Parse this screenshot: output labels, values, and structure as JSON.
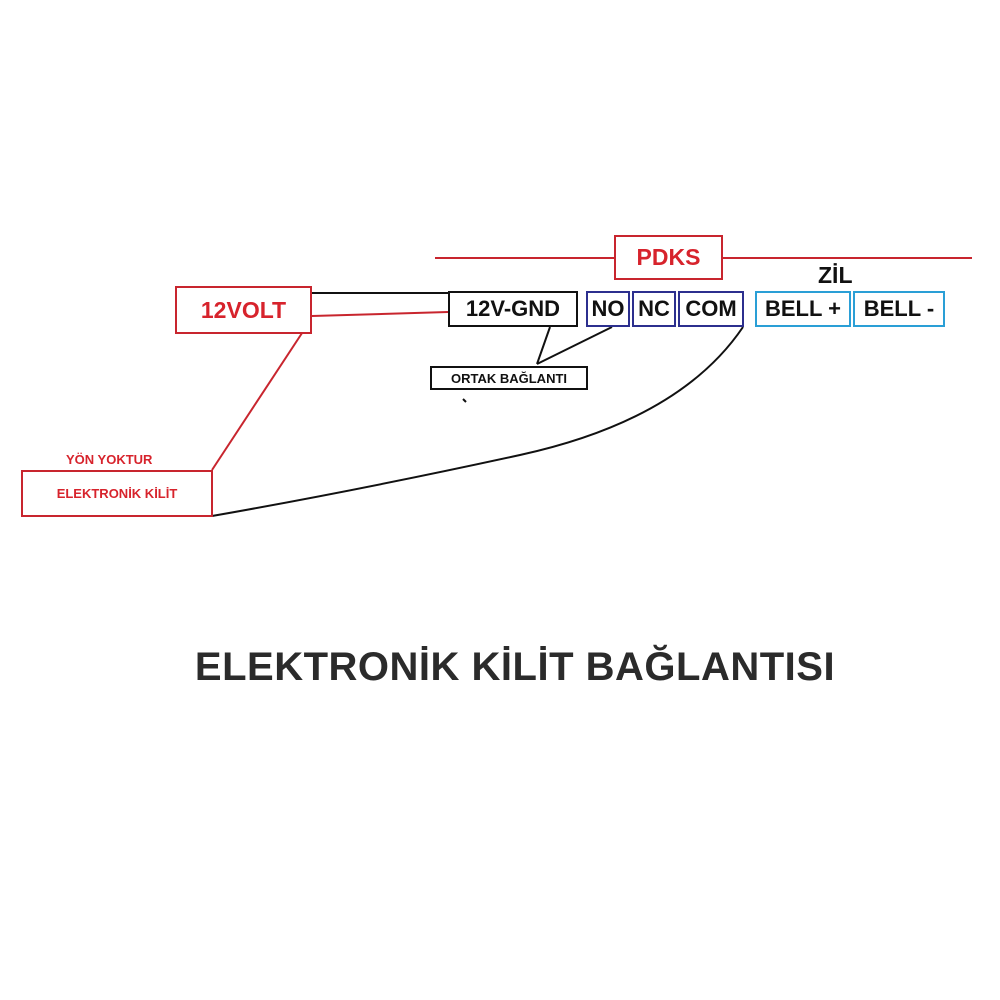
{
  "diagram": {
    "title": "ELEKTRONİK KİLİT BAĞLANTISI",
    "pdks_label": "PDKS",
    "zil_label": "ZİL",
    "power_label": "12VOLT",
    "lock_note": "YÖN YOKTUR",
    "lock_label": "ELEKTRONİK KİLİT",
    "common_label": "ORTAK BAĞLANTI",
    "terminals": {
      "gnd": "12V-GND",
      "no": "NO",
      "nc": "NC",
      "com": "COM",
      "bell_plus": "BELL +",
      "bell_minus": "BELL -"
    },
    "colors": {
      "red": "#c8252e",
      "red_text": "#d7232c",
      "navy": "#2c2f8e",
      "cyan": "#2a9fd6",
      "black": "#111111",
      "title_gray": "#2b2b2b"
    }
  }
}
